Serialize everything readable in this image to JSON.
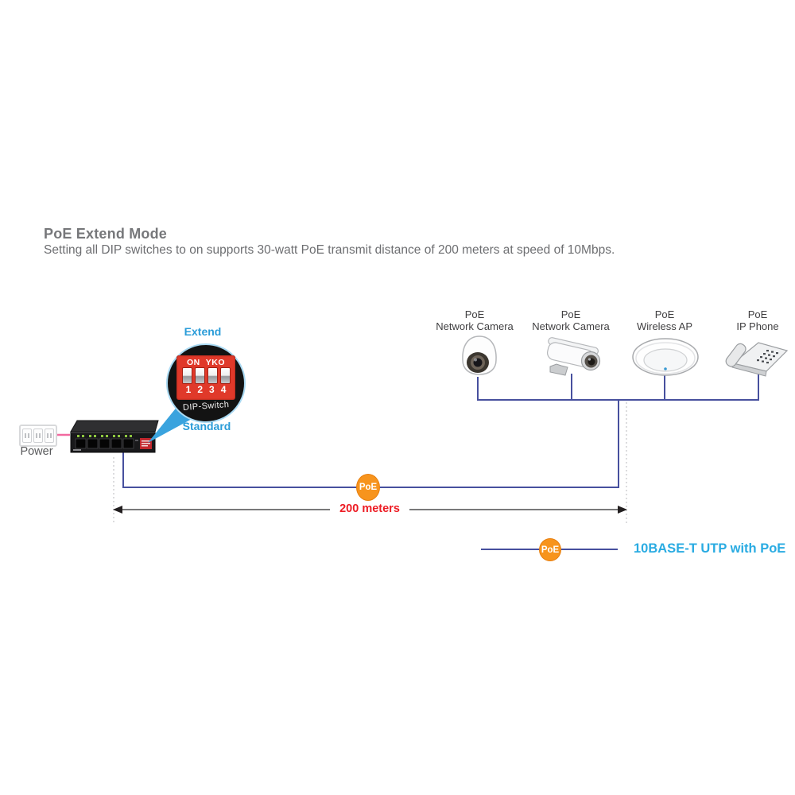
{
  "header": {
    "title": "PoE Extend Mode",
    "subtitle": "Setting all DIP switches to on supports 30-watt PoE transmit distance of 200 meters at speed of 10Mbps."
  },
  "callout": {
    "extend_label": "Extend",
    "standard_label": "Standard",
    "dip_switch": {
      "on_label": "ON",
      "brand_label": "YKO",
      "positions": [
        "1",
        "2",
        "3",
        "4"
      ],
      "caption": "DIP-Switch"
    }
  },
  "power": {
    "label": "Power"
  },
  "devices": [
    {
      "id": "dome-network-camera",
      "line1": "PoE",
      "line2": "Network Camera"
    },
    {
      "id": "bullet-network-camera",
      "line1": "PoE",
      "line2": "Network Camera"
    },
    {
      "id": "wireless-ap",
      "line1": "PoE",
      "line2": "Wireless AP"
    },
    {
      "id": "ip-phone",
      "line1": "PoE",
      "line2": "IP Phone"
    }
  ],
  "connection": {
    "poe_badge_label": "PoE",
    "distance_label": "200 meters"
  },
  "legend": {
    "poe_badge_label": "PoE",
    "label": "10BASE-T UTP with PoE"
  },
  "colors": {
    "utp_line_blue": "#47509e",
    "power_line_pink": "#f2699f",
    "poe_badge_orange": "#f7941d",
    "callout_label_blue": "#2a9cd8",
    "legend_text_blue": "#29abe2",
    "distance_text_red": "#ed1c24",
    "dip_switch_red": "#e0392a",
    "measure_line_gray": "#4d4d4f"
  }
}
